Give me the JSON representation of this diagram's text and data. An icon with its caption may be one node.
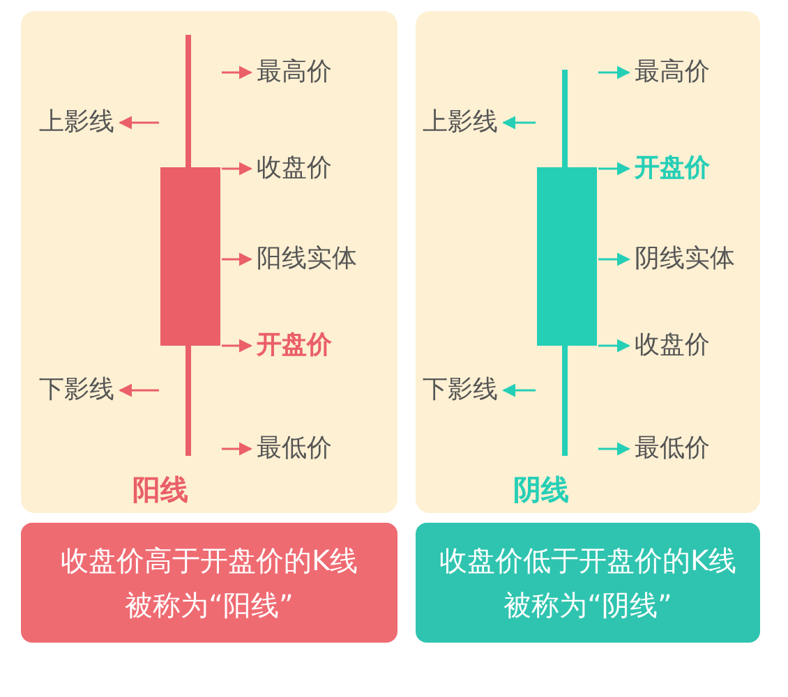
{
  "diagram": {
    "nodes": [
      {
        "text": [
          "阳线"
        ]
      },
      {
        "text": [],
        "shape": "bar",
        "in": 0
      },
      {
        "text": [
          "最高价"
        ],
        "in": 0
      },
      {
        "text": [
          "上影线"
        ],
        "in": 0
      },
      {
        "text": [
          "收盘价"
        ],
        "in": 0
      },
      {
        "text": [
          "阳线实体"
        ],
        "in": 0
      },
      {
        "text": [
          "开盘价"
        ],
        "in": 0
      },
      {
        "text": [
          "下影线"
        ],
        "in": 0
      },
      {
        "text": [
          "最低价"
        ],
        "in": 0
      },
      {
        "text": [
          "收盘价高于开盘价的K线被称为“阳线”"
        ]
      },
      {
        "text": [
          "阴线"
        ]
      },
      {
        "text": [],
        "shape": "bar",
        "in": 10
      },
      {
        "text": [
          "最高价"
        ],
        "in": 10
      },
      {
        "text": [
          "上影线"
        ],
        "in": 10
      },
      {
        "text": [
          "开盘价"
        ],
        "in": 10
      },
      {
        "text": [
          "阴线实体"
        ],
        "in": 10
      },
      {
        "text": [
          "收盘价"
        ],
        "in": 10
      },
      {
        "text": [
          "下影线"
        ],
        "in": 10
      },
      {
        "text": [
          "最低价"
        ],
        "in": 10
      },
      {
        "text": [
          "收盘价低于开盘价的K线被称为“阴线”"
        ]
      }
    ],
    "edges": [
      {
        "from": 1,
        "to": 2,
        "arrow": "to"
      },
      {
        "from": 1,
        "to": 3,
        "arrow": "to"
      },
      {
        "from": 1,
        "to": 4,
        "arrow": "to"
      },
      {
        "from": 1,
        "to": 5,
        "arrow": "to"
      },
      {
        "from": 1,
        "to": 6,
        "arrow": "to"
      },
      {
        "from": 1,
        "to": 7,
        "arrow": "to"
      },
      {
        "from": 1,
        "to": 8,
        "arrow": "to"
      },
      {
        "from": 11,
        "to": 12,
        "arrow": "to",
        "color": "#25cfb6"
      },
      {
        "from": 11,
        "to": 13,
        "arrow": "to",
        "color": "#25cfb6"
      },
      {
        "from": 11,
        "to": 14,
        "arrow": "to",
        "color": "#25cfb6"
      },
      {
        "from": 11,
        "to": 15,
        "arrow": "to",
        "color": "#25cfb6"
      },
      {
        "from": 11,
        "to": 16,
        "arrow": "to",
        "color": "#25cfb6"
      },
      {
        "from": 11,
        "to": 17,
        "arrow": "to",
        "color": "#25cfb6"
      },
      {
        "from": 11,
        "to": 18,
        "arrow": "to",
        "color": "#25cfb6"
      }
    ]
  }
}
